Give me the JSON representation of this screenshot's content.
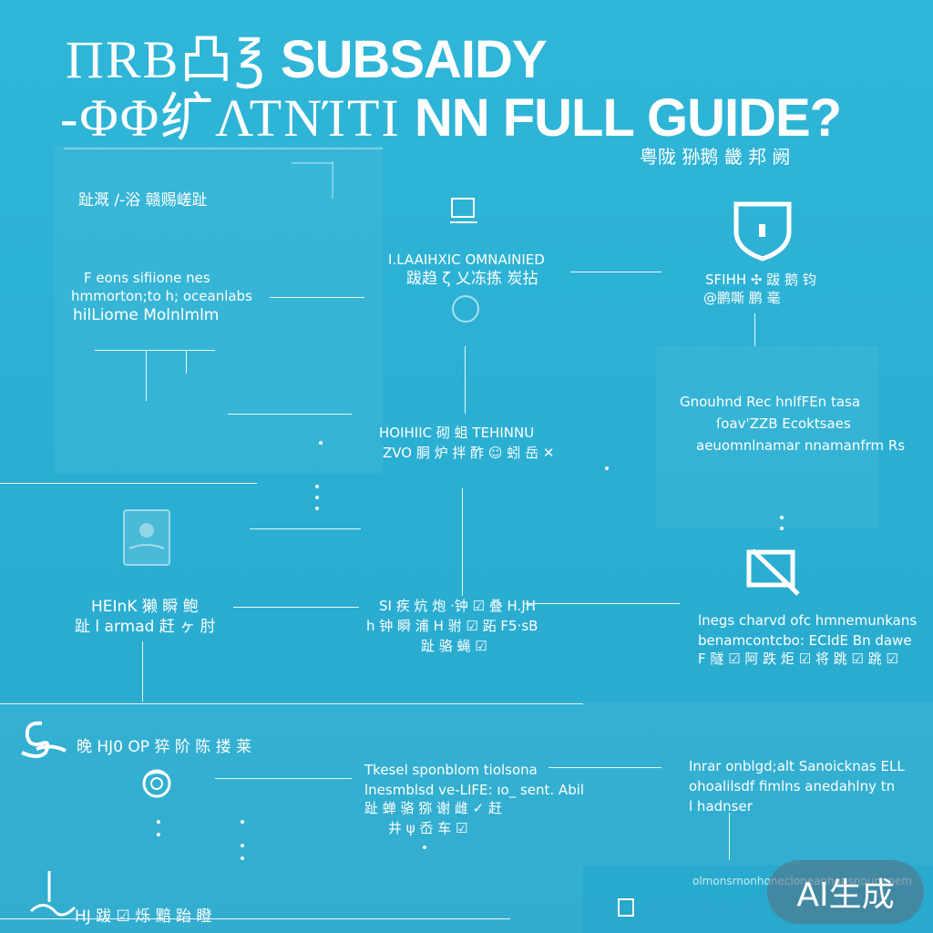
{
  "header": {
    "line1_glyphs": "ΠRB凸℥",
    "line1_title": "SUBSAIDY",
    "line2_glyphs": "-ΦΦ纩ΛΤΝΊΤΙ",
    "line2_title": "NN FULL GUIDE?",
    "subtitle": "粤陇 狲鹅 畿 邦 阙"
  },
  "blocks": {
    "b1": "趾溉 /-浴 赣赐嵯趾",
    "b2_l1": "F eons sifiione nes",
    "b2_l2": "hmmorton;to h; oceanlabs",
    "b2_l3": "hilLiome Molnlmlm",
    "b3_l1": "I.LAAIHXIC OMNAINIED",
    "b3_l2": "跋趋 ζ 乂冻拣 炭拈",
    "b4_l1": "SFIHH ✣ 跋 鹅 钧",
    "b4_l2": "@鹏嘶 鹏 毫",
    "b5_l1": "Gnouhnd Rec hnlfFEn tasa",
    "b5_l2": "ſoav'ZZB Ecoktsaes",
    "b5_l3": "aeuomnlnamar nnamanfrm Rs",
    "b6_l1": "HOIHIIC 砌 蛆 TEHINNU",
    "b6_l2": "ZVO 胴 炉 拌 酢 ☺ 蚓 岳 ✕",
    "b7_l1": "HEInK 獭 瞬 鲍",
    "b7_l2": "趾 l armad 赶 ヶ 肘",
    "b8_l1": "SI 疾 炕 炮 ·钟 ☑ 叠 H.JH",
    "b8_l2": "h 钟 瞬 浦 H 驸 ☑ 跖 F5·sB",
    "b8_l3": "趾 骆 蝇 ☑",
    "b9_l1": "lnegs charvd ofc hmnemunkans",
    "b9_l2": "benamcontcbo: ECIdE Bn dawe",
    "b9_l3": "F 隧 ☑ 阿 跌 炬 ☑ 将 跳 ☑ 跳 ☑",
    "b10": "晚 HJ0 OP 猝 阶 陈 搂 莱",
    "b11_l1": "Tkesel sponblom tiolsona",
    "b11_l2": "lnesmblsd ve-LIFE: ıo_ sent. Abil",
    "b11_l3": "趾 蝉 骆 猕 谢 雌 ✓ 赶",
    "b11_l4": "井 ψ 岙 车 ☑",
    "b12_l1": "Inrar onblgd;alt Sanoicknas ELL",
    "b12_l2": "ohoalilsdf fimlns anedahlny tn",
    "b12_l3": "l hadnser",
    "b13": "HJ 跋 ☑ 烁 黯 跆 瞪",
    "b14": "olmonsrnonhonecloneanhonsnounanem",
    "badge": "AI生成"
  },
  "icons": [
    "monitor-icon",
    "shield-icon",
    "no-image-icon",
    "book-icon",
    "flower-icon",
    "signature-icon",
    "pen-icon"
  ],
  "colors": {
    "background": "#2bb3d6",
    "foreground": "#ffffff",
    "badge": "#5a6e7d"
  }
}
